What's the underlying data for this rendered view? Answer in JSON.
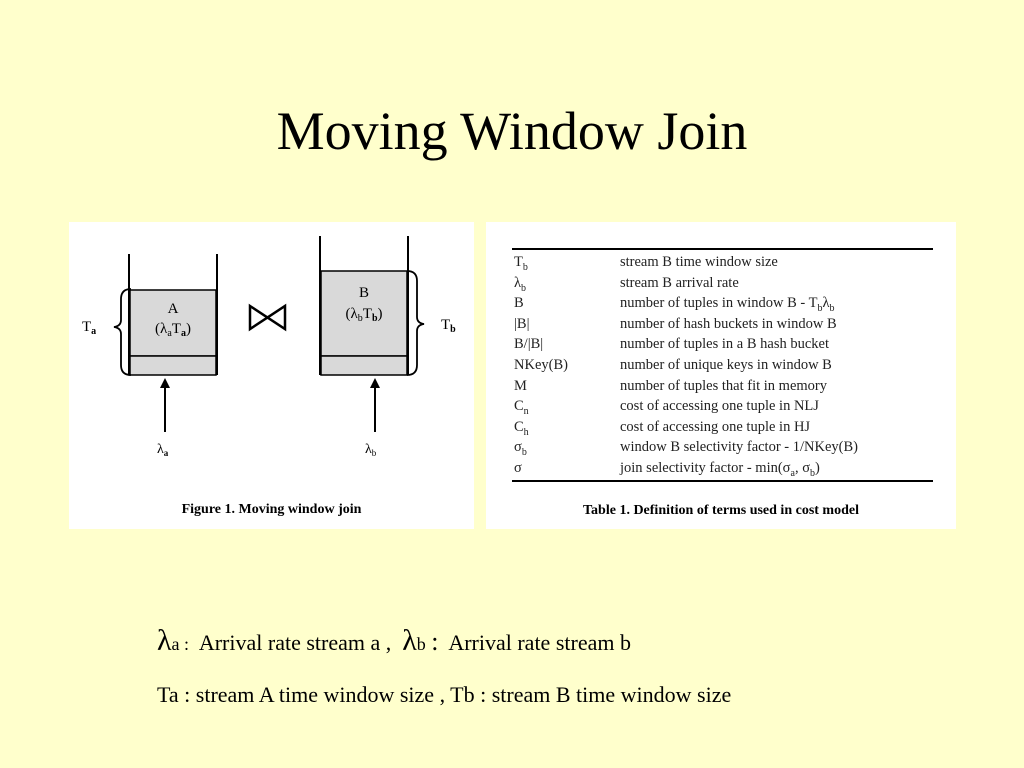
{
  "slide": {
    "title": "Moving Window Join"
  },
  "figure": {
    "caption": "Figure 1. Moving window join",
    "box_a_label": "A",
    "box_a_formula_lambda": "λ",
    "box_a_formula_sub": "a",
    "box_a_formula_T": "T",
    "box_a_formula_Tsub": "a",
    "box_b_label": "B",
    "box_b_formula_lambda": "λ",
    "box_b_formula_sub": "b",
    "box_b_formula_T": "T",
    "box_b_formula_Tsub": "b",
    "left_brace_T": "T",
    "left_brace_sub": "a",
    "right_brace_T": "T",
    "right_brace_sub": "b",
    "arrow_a_lambda": "λ",
    "arrow_a_sub": "a",
    "arrow_b_lambda": "λ",
    "arrow_b_sub": "b",
    "join_symbol": "⋈"
  },
  "table": {
    "caption": "Table 1. Definition of terms used in cost model",
    "rows": [
      {
        "term": "T_b",
        "description": "stream B time window size"
      },
      {
        "term": "λ_b",
        "description": "stream B arrival rate"
      },
      {
        "term": "B",
        "description": "number of tuples in window B - T_bλ_b"
      },
      {
        "term": "|B|",
        "description": "number of hash buckets in window B"
      },
      {
        "term": "B/|B|",
        "description": "number of tuples in a B hash bucket"
      },
      {
        "term": "NKey(B)",
        "description": "number of unique keys in window B"
      },
      {
        "term": "M",
        "description": "number of tuples that fit in memory"
      },
      {
        "term": "C_n",
        "description": "cost of accessing one tuple in NLJ"
      },
      {
        "term": "C_h",
        "description": "cost of accessing one tuple in HJ"
      },
      {
        "term": "σ_b",
        "description": "window B selectivity factor - 1/NKey(B)"
      },
      {
        "term": "σ",
        "description": "join selectivity factor - min(σ_a, σ_b)"
      }
    ]
  },
  "footer": {
    "line1_lambda_a": "λ",
    "line1_sub_a": "a :",
    "line1_text_a": "Arrival rate stream a ,",
    "line1_lambda_b": "λ",
    "line1_sub_b": "b",
    "line1_colon": ":",
    "line1_text_b": "Arrival rate stream b",
    "line2": "Ta : stream A time window size , Tb : stream B time window size"
  }
}
